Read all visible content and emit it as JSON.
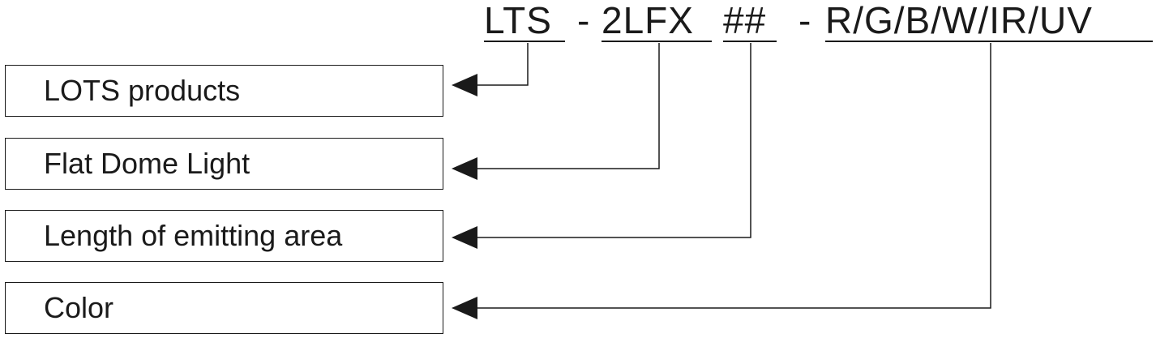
{
  "part_number": {
    "prefix": "LTS",
    "separator_1": "-",
    "model": "2LFX",
    "length_code": "##",
    "separator_2": "-",
    "color_options": "R/G/B/W/IR/UV"
  },
  "legend": [
    {
      "label": "LOTS products"
    },
    {
      "label": "Flat Dome Light"
    },
    {
      "label": "Length of emitting area"
    },
    {
      "label": "Color"
    }
  ],
  "colors": {
    "line": "#1a1a1a",
    "background": "#ffffff"
  }
}
